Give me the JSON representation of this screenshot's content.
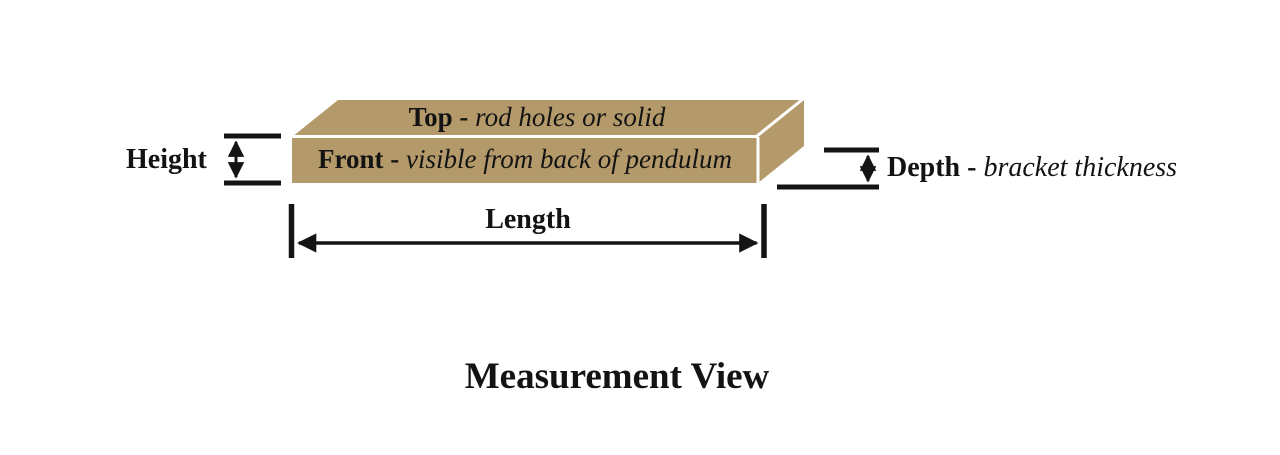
{
  "diagram": {
    "title": "Measurement View",
    "box": {
      "top_face": {
        "label": "Top -",
        "desc": "rod holes or solid"
      },
      "front_face": {
        "label": "Front -",
        "desc": "visible from back of pendulum"
      }
    },
    "dimensions": {
      "height": {
        "label": "Height"
      },
      "length": {
        "label": "Length"
      },
      "depth": {
        "label": "Depth -",
        "desc": "bracket thickness"
      }
    },
    "colors": {
      "box_fill": "#b49a6a",
      "edge_highlight": "#ffffff",
      "line": "#141414",
      "background": "#ffffff"
    }
  }
}
